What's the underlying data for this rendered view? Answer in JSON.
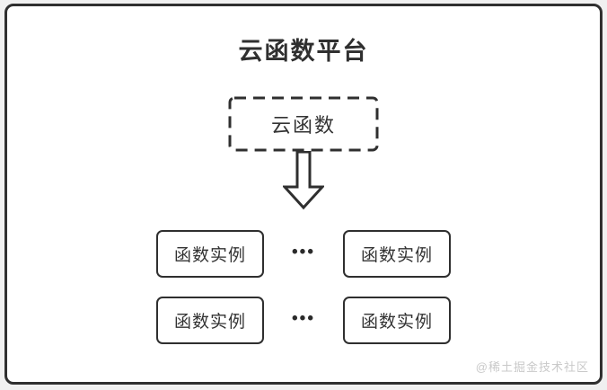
{
  "diagram": {
    "title": "云函数平台",
    "cloud_function": {
      "label": "云函数"
    },
    "rows": [
      {
        "left_label": "函数实例",
        "dots": "•••",
        "right_label": "函数实例"
      },
      {
        "left_label": "函数实例",
        "dots": "•••",
        "right_label": "函数实例"
      }
    ],
    "watermark": "@稀土掘金技术社区",
    "colors": {
      "border": "#2f2f2f",
      "text": "#333333",
      "panel_background": "#ffffff",
      "page_background": "#f0f0f0",
      "watermark": "#c9c9c9"
    }
  }
}
